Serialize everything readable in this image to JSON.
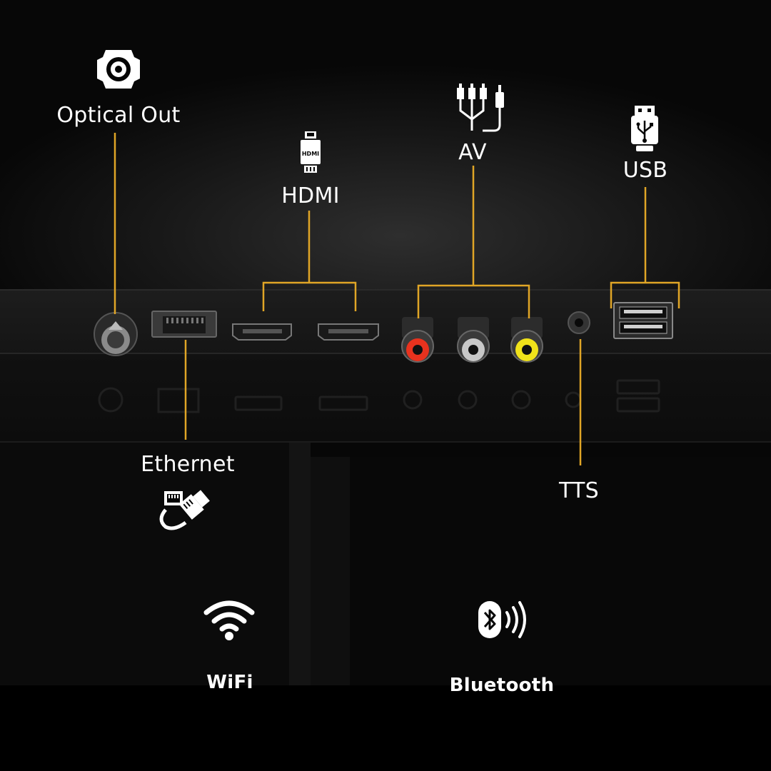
{
  "ports": {
    "optical": {
      "label": "Optical Out",
      "icon": "optical-port-icon"
    },
    "hdmi": {
      "label": "HDMI",
      "icon": "hdmi-connector-icon"
    },
    "av": {
      "label": "AV",
      "icon": "av-cable-icon"
    },
    "usb": {
      "label": "USB",
      "icon": "usb-stick-icon"
    },
    "ethernet": {
      "label": "Ethernet",
      "icon": "ethernet-cable-icon"
    },
    "tts": {
      "label": "TTS"
    }
  },
  "wireless": {
    "wifi": {
      "label": "WiFi",
      "icon": "wifi-icon"
    },
    "bluetooth": {
      "label": "Bluetooth",
      "icon": "bluetooth-icon"
    }
  },
  "colors": {
    "background": "#050505",
    "callout_line": "#e0a526",
    "label_text": "#ffffff",
    "av_red": "#e8321e",
    "av_white": "#c8c8c8",
    "av_yellow": "#f0e21a"
  }
}
